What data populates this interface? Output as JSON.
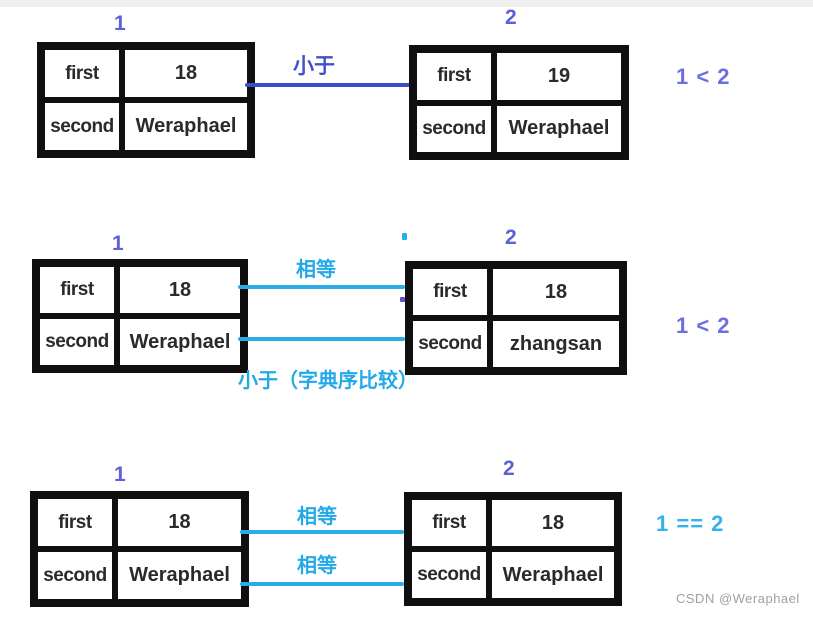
{
  "watermark": {
    "text": "CSDN @Weraphael",
    "color": "#9fa0a2"
  },
  "colors": {
    "indigo_line": "#3b4ec8",
    "indigo_text": "#3f51cc",
    "purple_label": "#5c61d6",
    "purple_result": "#6b6fe0",
    "cyan_line": "#29ace8",
    "cyan_text": "#24a9e8",
    "cyan_result": "#33b0ee",
    "table_border": "#0f0f0f"
  },
  "rows": [
    {
      "left": {
        "label": "1",
        "cells": {
          "first_key": "first",
          "first_val": "18",
          "second_key": "second",
          "second_val": "Weraphael"
        }
      },
      "right": {
        "label": "2",
        "cells": {
          "first_key": "first",
          "first_val": "19",
          "second_key": "second",
          "second_val": "Weraphael"
        }
      },
      "annotations": {
        "top": "小于"
      },
      "result": "1 < 2"
    },
    {
      "left": {
        "label": "1",
        "cells": {
          "first_key": "first",
          "first_val": "18",
          "second_key": "second",
          "second_val": "Weraphael"
        }
      },
      "right": {
        "label": "2",
        "cells": {
          "first_key": "first",
          "first_val": "18",
          "second_key": "second",
          "second_val": "zhangsan"
        }
      },
      "annotations": {
        "top": "相等",
        "bottom": "小于（字典序比较）"
      },
      "result": "1 < 2"
    },
    {
      "left": {
        "label": "1",
        "cells": {
          "first_key": "first",
          "first_val": "18",
          "second_key": "second",
          "second_val": "Weraphael"
        }
      },
      "right": {
        "label": "2",
        "cells": {
          "first_key": "first",
          "first_val": "18",
          "second_key": "second",
          "second_val": "Weraphael"
        }
      },
      "annotations": {
        "top": "相等",
        "mid": "相等"
      },
      "result": "1 == 2"
    }
  ]
}
